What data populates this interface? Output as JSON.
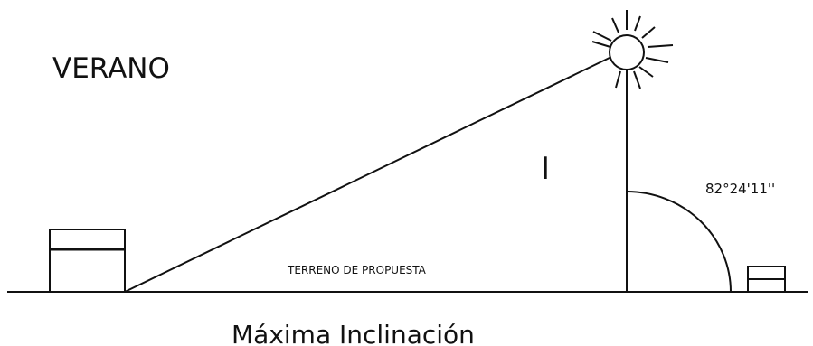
{
  "diagram": {
    "season_title": "VERANO",
    "terrain_label": "TERRENO DE PROPUESTA",
    "angle_label": "82°24'11''",
    "vertical_label": "I",
    "caption": "Máxima Inclinación",
    "icons": {
      "sun": "sun-icon",
      "left_building": "building-icon",
      "right_building": "building-icon"
    },
    "colors": {
      "stroke": "#111111",
      "background": "#ffffff"
    }
  }
}
